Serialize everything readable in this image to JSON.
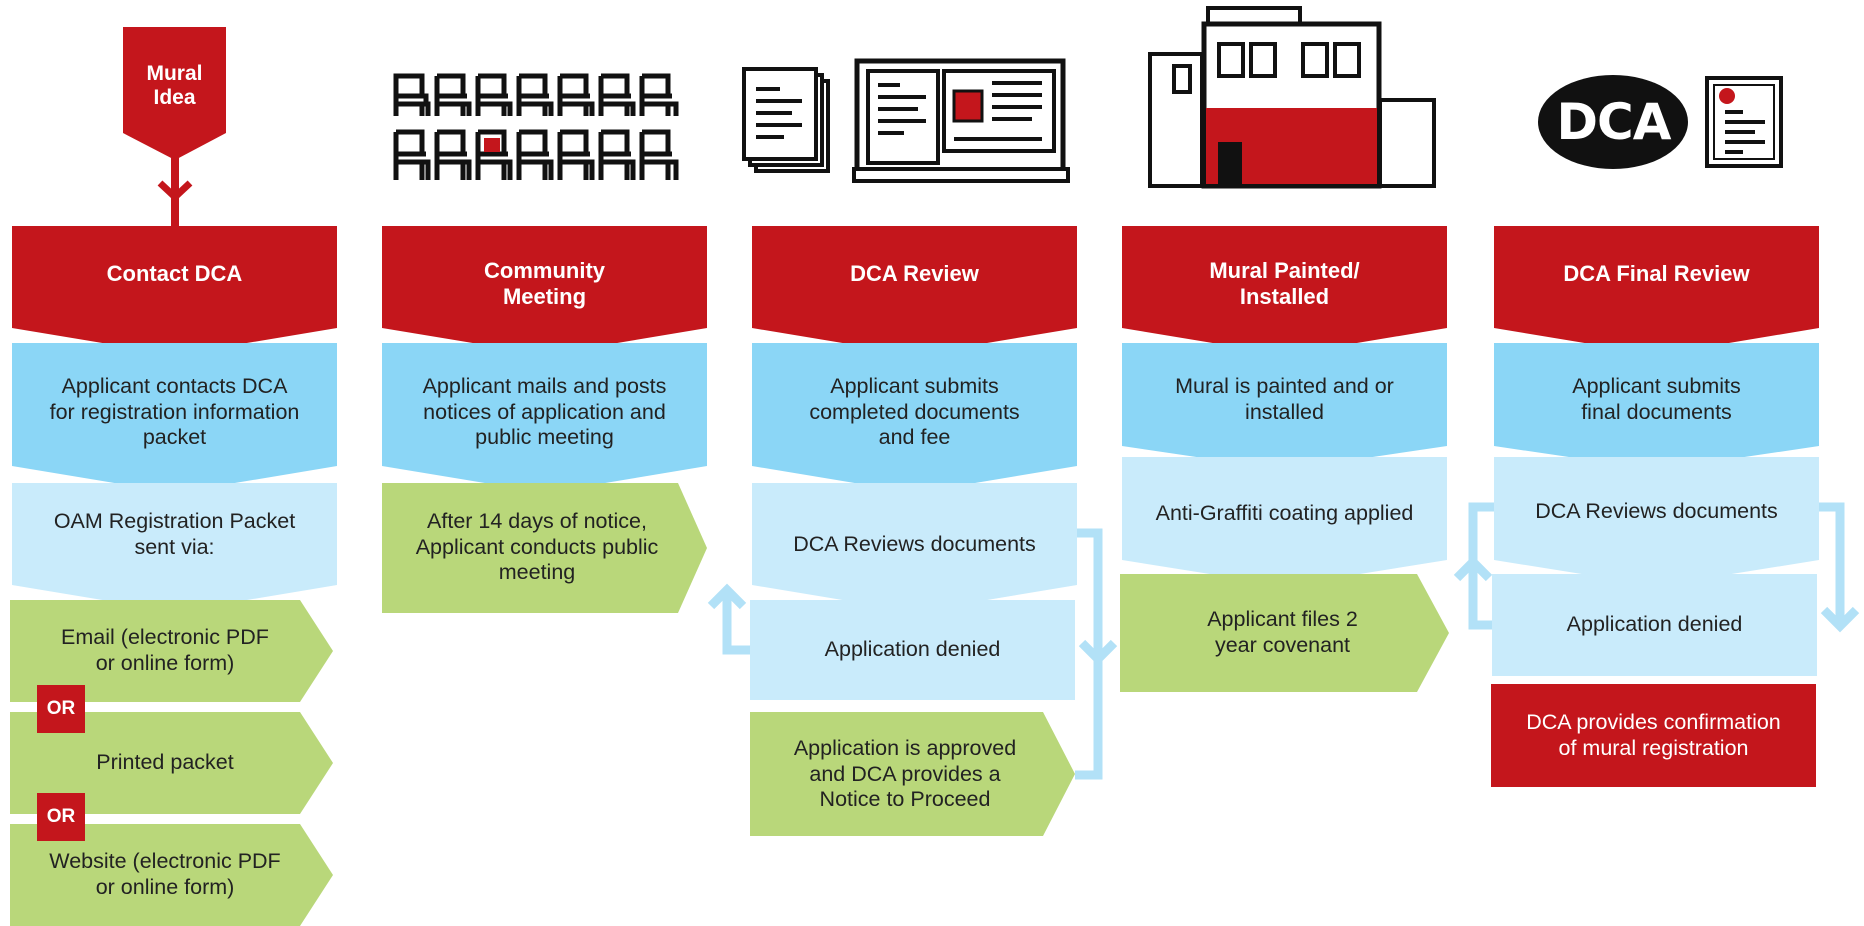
{
  "colors": {
    "red": "#c4161c",
    "blue": "#8bd6f6",
    "light_blue": "#c9ebfb",
    "green": "#b9d77a",
    "arrow": "#b2e1f7"
  },
  "mural_idea": "Mural\nIdea",
  "dca_logo_text": "DCA",
  "or_label": "OR",
  "columns": [
    {
      "title": "Contact DCA",
      "step": "Applicant contacts DCA\nfor registration information\npacket",
      "detail": "OAM Registration Packet\nsent via:",
      "options": [
        "Email (electronic PDF\nor online form)",
        "Printed packet",
        "Website (electronic PDF\nor online form)"
      ]
    },
    {
      "title": "Community\nMeeting",
      "step": "Applicant mails and posts\nnotices of application and\npublic meeting",
      "outcome": "After 14 days of notice,\nApplicant conducts public\nmeeting"
    },
    {
      "title": "DCA Review",
      "step": "Applicant submits\ncompleted documents\nand fee",
      "review": "DCA Reviews documents",
      "denied": "Application denied",
      "approved": "Application is approved\nand DCA provides a\nNotice to Proceed"
    },
    {
      "title": "Mural Painted/\nInstalled",
      "step": "Mural is painted and or\ninstalled",
      "detail": "Anti-Graffiti coating applied",
      "outcome": "Applicant files 2\nyear covenant"
    },
    {
      "title": "DCA Final Review",
      "step": "Applicant submits\nfinal documents",
      "review": "DCA Reviews documents",
      "denied": "Application denied",
      "confirmation": "DCA provides confirmation\nof mural registration"
    }
  ]
}
